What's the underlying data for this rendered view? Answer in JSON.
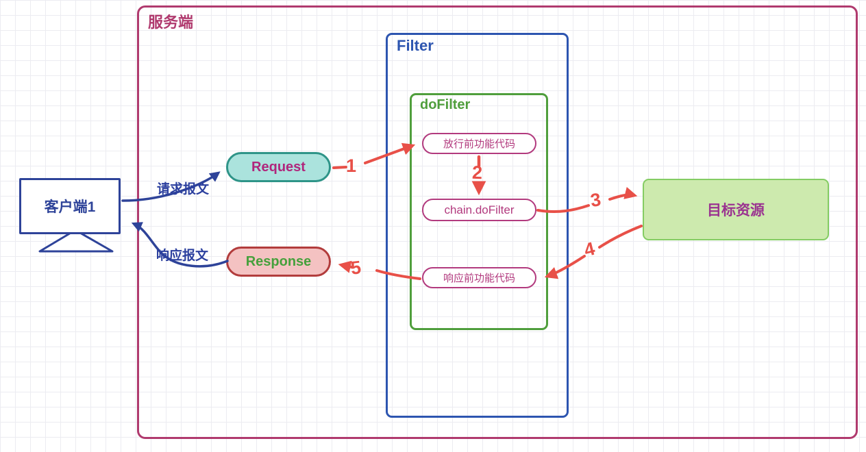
{
  "colors": {
    "magenta": "#b03a6e",
    "client-blue": "#2e4399",
    "filter-blue": "#2d55b0",
    "green": "#4f9e3c",
    "pill": "#b23a7e",
    "red": "#e85048",
    "req-bg": "#abe3dd",
    "req-border": "#2e9488",
    "req-text": "#b0267c",
    "res-bg": "#f4c2c2",
    "res-border": "#b23c3c",
    "res-text": "#46a03c",
    "tgt-bg": "#cdeaae",
    "tgt-border": "#84cc63",
    "tgt-text": "#9a3390"
  },
  "server": {
    "label": "服务端"
  },
  "client": {
    "label": "客户端1"
  },
  "filter": {
    "label": "Filter"
  },
  "dofilter": {
    "label": "doFilter",
    "steps": {
      "pre": "放行前功能代码",
      "chain": "chain.doFilter",
      "post": "响应前功能代码"
    }
  },
  "request": {
    "label": "Request"
  },
  "response": {
    "label": "Response"
  },
  "target": {
    "label": "目标资源"
  },
  "edges": {
    "request_msg": "请求报文",
    "response_msg": "响应报文",
    "numbers": [
      "1",
      "2",
      "3",
      "4",
      "5"
    ]
  }
}
